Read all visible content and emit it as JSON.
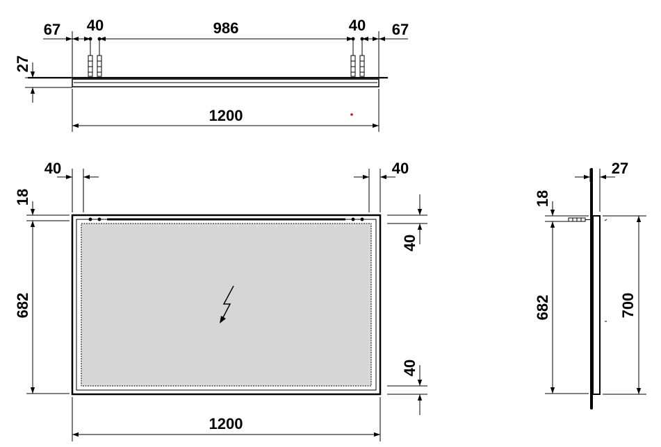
{
  "top_view": {
    "dim_left_edge": "67",
    "dim_left_offset": "40",
    "dim_spacing": "986",
    "dim_right_offset": "40",
    "dim_right_edge": "67",
    "dim_thickness": "27",
    "dim_width": "1200"
  },
  "front_view": {
    "dim_left_inset": "40",
    "dim_right_inset": "40",
    "dim_top_offset": "18",
    "dim_height_mount": "682",
    "dim_right_top": "40",
    "dim_right_bottom": "40",
    "dim_width": "1200",
    "power_icon": "lightning-icon"
  },
  "side_view": {
    "dim_depth": "27",
    "dim_top_offset": "18",
    "dim_height_mount": "682",
    "dim_height_total": "700"
  }
}
